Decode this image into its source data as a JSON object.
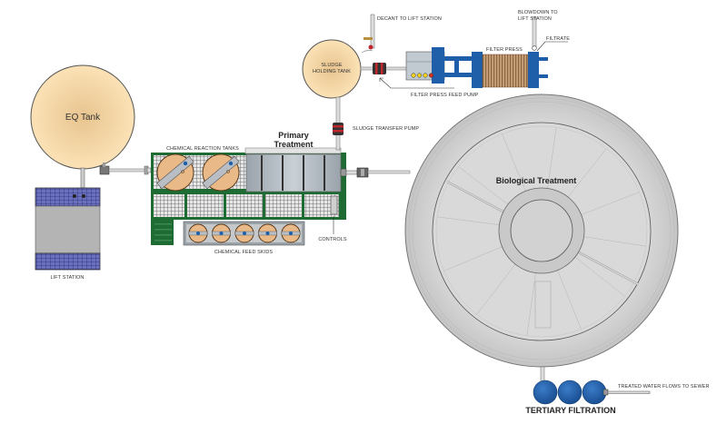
{
  "title": "Wastewater Treatment Process Flow",
  "labels": {
    "eq_tank": "EQ Tank",
    "lift_station": "LIFT STATION",
    "chemical_reaction_tanks": "CHEMICAL REACTION TANKS",
    "primary_treatment_line1": "Primary",
    "primary_treatment_line2": "Treatment",
    "chemical_feed_skids": "CHEMICAL FEED SKIDS",
    "controls": "CONTROLS",
    "sludge_holding_tank_line1": "SLUDGE",
    "sludge_holding_tank_line2": "HOLDING TANK",
    "decant": "DECANT TO LIFT STATION",
    "filter_press_feed_pump": "FILTER PRESS FEED PUMP",
    "sludge_transfer_pump": "SLUDGE TRANSFER PUMP",
    "filter_press": "FILTER PRESS",
    "blowdown_line1": "BLOWDOWN TO",
    "blowdown_line2": "LIFT STATION",
    "filtrate": "FILTRATE",
    "biological_treatment": "Biological Treatment",
    "tertiary_filtration": "TERTIARY FILTRATION",
    "treated_water": "TREATED WATER FLOWS TO SEWER"
  },
  "colors": {
    "tank_fill": "#f5d7a6",
    "pump_red": "#c0272d",
    "frame_green": "#1f6b34",
    "filter_blue": "#1f5ea8",
    "grid_purple": "#4a4f9a",
    "bio_gray": "#d4d4d4",
    "steel_gray": "#aeb6bd"
  },
  "counts": {
    "chemical_reaction_tanks": 2,
    "chemical_feed_skids": 5,
    "tertiary_filters": 3,
    "indicator_lights": 4
  }
}
